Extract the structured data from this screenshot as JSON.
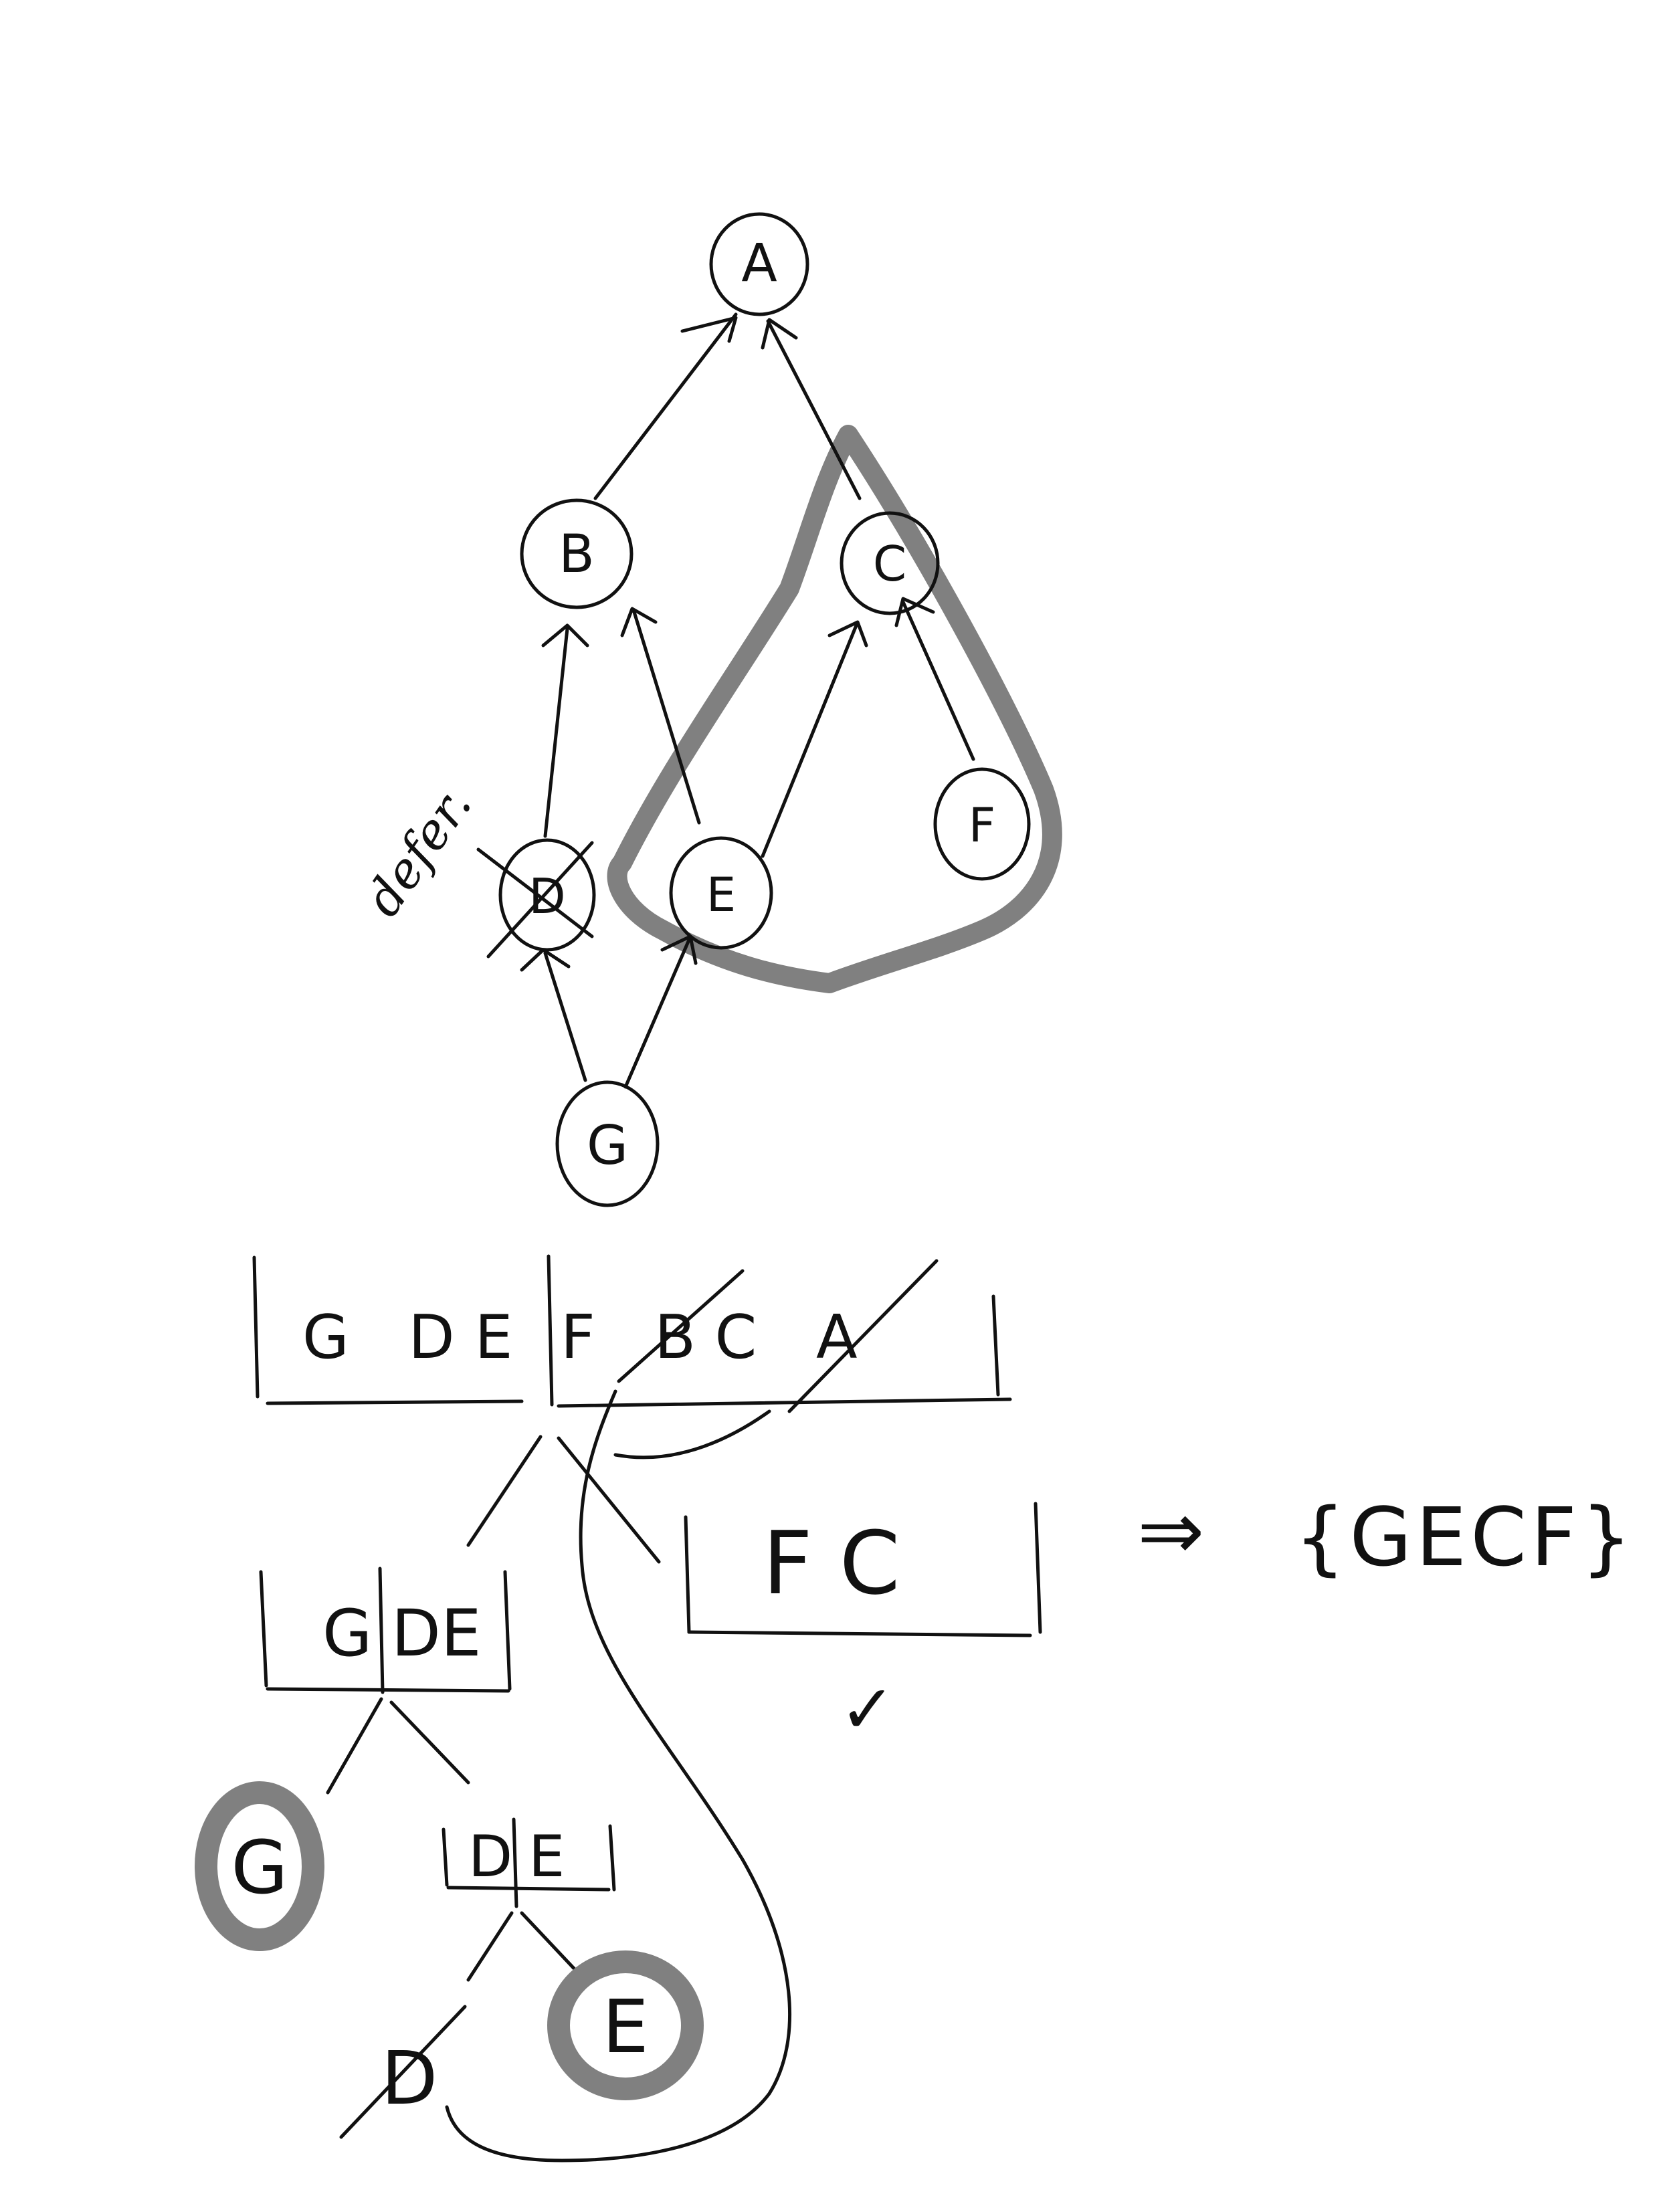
{
  "graph": {
    "nodes": [
      {
        "id": "A",
        "label": "A",
        "crossed": false
      },
      {
        "id": "B",
        "label": "B",
        "crossed": false
      },
      {
        "id": "C",
        "label": "C",
        "crossed": false
      },
      {
        "id": "D",
        "label": "D",
        "crossed": true
      },
      {
        "id": "E",
        "label": "E",
        "crossed": false
      },
      {
        "id": "F",
        "label": "F",
        "crossed": false
      },
      {
        "id": "G",
        "label": "G",
        "crossed": false
      }
    ],
    "edges": [
      {
        "from": "B",
        "to": "A"
      },
      {
        "from": "C",
        "to": "A"
      },
      {
        "from": "D",
        "to": "B"
      },
      {
        "from": "E",
        "to": "B"
      },
      {
        "from": "E",
        "to": "C"
      },
      {
        "from": "F",
        "to": "C"
      },
      {
        "from": "G",
        "to": "D"
      },
      {
        "from": "G",
        "to": "E"
      }
    ],
    "annotation": "defer."
  },
  "partitions": {
    "root": {
      "left": "G DE",
      "right": "F BC A",
      "crossed_out": [
        "B",
        "A"
      ]
    },
    "left_child": {
      "left": "G",
      "right": "DE"
    },
    "right_child": {
      "cells": "FC",
      "mark": "✓"
    },
    "leaf_g": "G",
    "de_box": {
      "left": "D",
      "right": "E"
    },
    "leaf_d": "D",
    "leaf_e": "E",
    "result_arrow": "⇒",
    "result": "{GECF}"
  },
  "colors": {
    "ink": "#111111",
    "highlight": "#808080",
    "background": "#ffffff"
  }
}
